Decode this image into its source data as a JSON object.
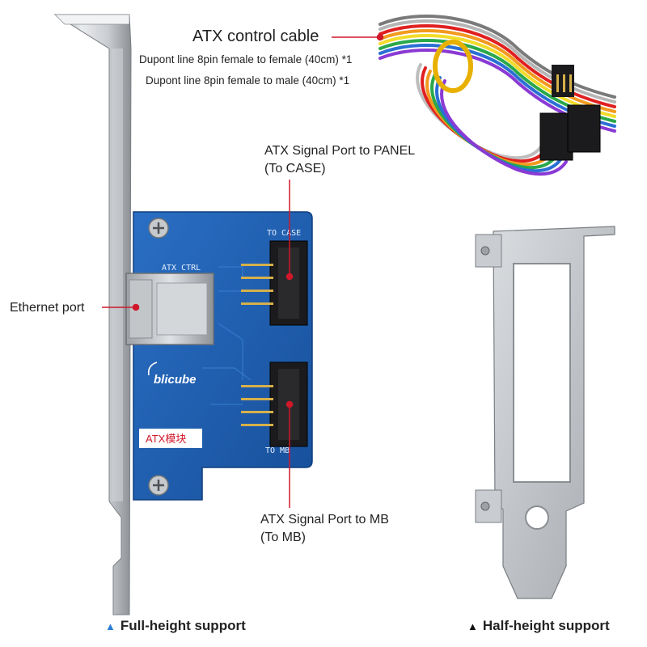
{
  "labels": {
    "cable_title": "ATX control cable",
    "cable_line1": "Dupont line 8pin female to female (40cm) *1",
    "cable_line2": "Dupont line 8pin female to male (40cm) *1",
    "panel_port_line1": "ATX Signal Port to PANEL",
    "panel_port_line2": "(To CASE)",
    "mb_port_line1": "ATX Signal Port to MB",
    "mb_port_line2": "(To MB)",
    "ethernet": "Ethernet port",
    "full_height": "Full-height support",
    "half_height": "Half-height support"
  },
  "board": {
    "silk_to_case": "TO CASE",
    "silk_atx_ctrl": "ATX CTRL",
    "silk_to_mb": "TO MB",
    "brand": "blicube",
    "module_label": "ATX模块"
  },
  "icons": {
    "full_marker": "▲",
    "half_marker": "▲"
  },
  "colors": {
    "pcb_blue": "#1f63b8",
    "callout_red": "#d0182a",
    "full_marker": "#2a7fd4"
  }
}
